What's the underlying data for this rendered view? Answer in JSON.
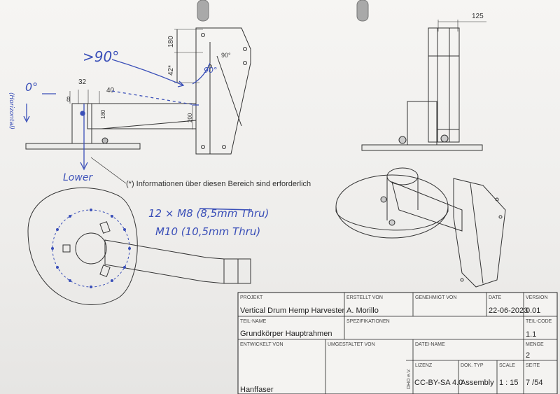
{
  "colors": {
    "pen": "#3a4fb8",
    "ink": "#333333",
    "paper": "#f3f2f0"
  },
  "drawing": {
    "dimensions": {
      "d125": "125",
      "d180": "180",
      "d42": "42*",
      "d32": "32",
      "d40": "40",
      "d180b": "180",
      "d200": "200",
      "d8": "8",
      "angle90": "90°"
    },
    "note": "(*) Informationen über diesen Bereich sind erforderlich"
  },
  "handwriting": {
    "angle_gt90": ">90°",
    "angle_90": "90°",
    "zero_deg": "0°",
    "horizontal": "(Horizontal)",
    "lower": "Lower",
    "bolts_line1": "12 × M8 (8,5mm Thru)",
    "bolts_line2": "M10 (10,5mm Thru)"
  },
  "title_block": {
    "labels": {
      "project": "PROJEKT",
      "created_by": "ERSTELLT VON",
      "approved_by": "GENEHMIGT VON",
      "date": "DATE",
      "version": "VERSION",
      "part_name": "TEIL-NAME",
      "specifications": "SPEZIFIKATIONEN",
      "part_code": "TEIL-CODE",
      "developed_by": "ENTWICKELT VON",
      "redesigned_by": "UMGESTALTET VON",
      "file_name": "DATEI-NAME",
      "quantity": "MENGE",
      "license": "LIZENZ",
      "doc_type": "DOK. TYP",
      "scale": "SCALE",
      "page": "SEITE"
    },
    "values": {
      "project": "Vertical Drum Hemp Harvester",
      "created_by": "A. Morillo",
      "date": "22-06-2023",
      "version": "0.01",
      "part_name": "Grundkörper Hauptrahmen",
      "part_code": "1.1",
      "quantity": "2",
      "license": "CC-BY-SA 4.0",
      "doc_type": "Assembly",
      "scale": "1 : 15",
      "page": "7 /54",
      "developed_by": "Hanffaser",
      "org": "DHO e.V."
    }
  }
}
